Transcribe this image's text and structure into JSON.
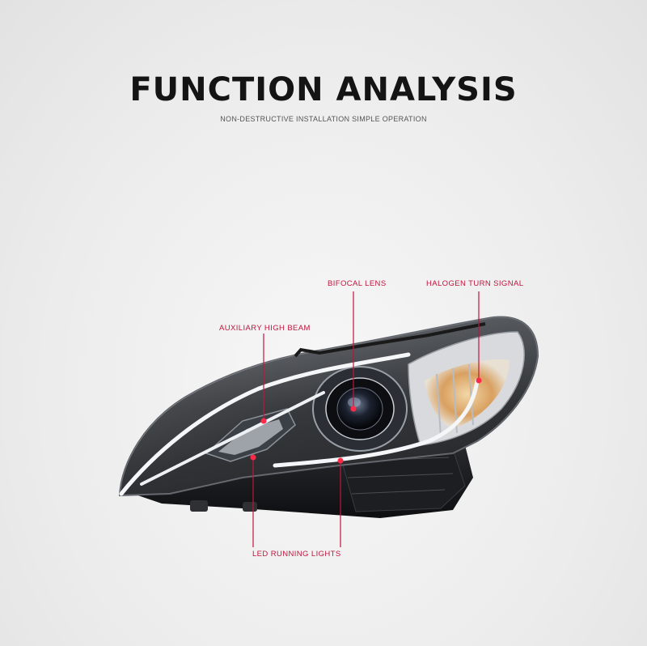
{
  "header": {
    "title": "FUNCTION ANALYSIS",
    "subtitle": "NON-DESTRUCTIVE INSTALLATION SIMPLE OPERATION"
  },
  "callouts": {
    "bifocal_lens": "BIFOCAL LENS",
    "halogen_turn_signal": "HALOGEN TURN SIGNAL",
    "auxiliary_high_beam": "AUXILIARY HIGH BEAM",
    "led_running_lights": "LED RUNNING LIGHTS"
  },
  "colors": {
    "accent": "#c0143c",
    "title": "#141414"
  }
}
